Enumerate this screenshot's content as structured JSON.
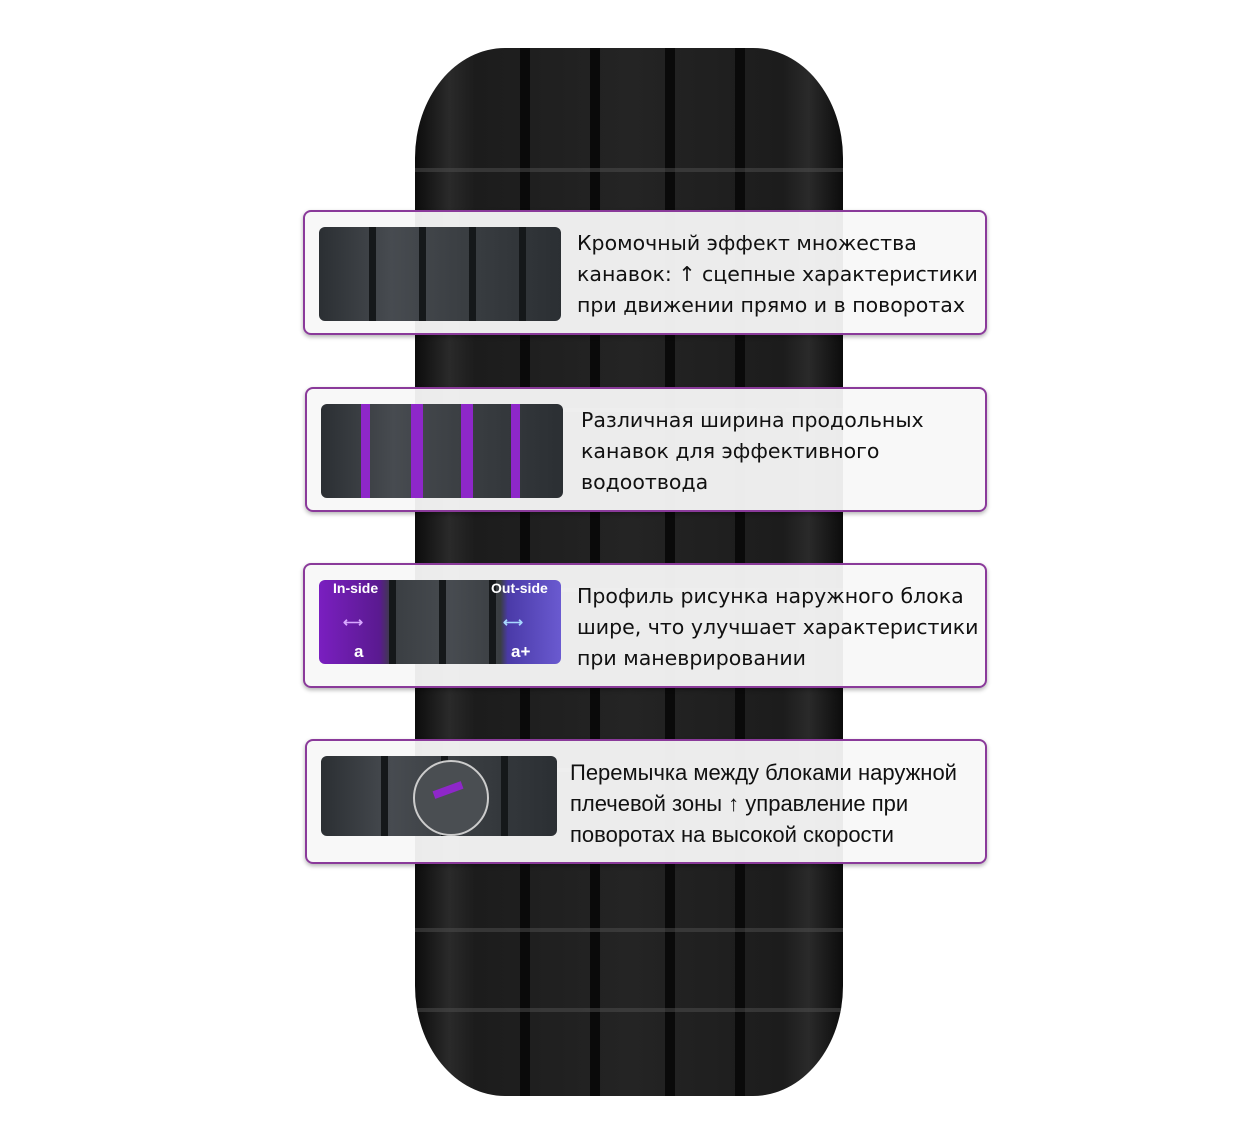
{
  "features": [
    {
      "lines": [
        "Кромочный эффект множества",
        "канавок:  ↑ сцепные характеристики",
        "при движении прямо и в поворотах"
      ]
    },
    {
      "lines": [
        "Различная ширина продольных",
        "канавок для эффективного",
        "водоотвода"
      ]
    },
    {
      "lines": [
        "Профиль рисунка наружного блока",
        "шире, что улучшает характеристики",
        "при маневрировании"
      ],
      "thumb_labels": {
        "inside": "In-side",
        "outside": "Out-side",
        "a": "a",
        "a_plus": "a+"
      }
    },
    {
      "lines": [
        "Перемычка между блоками наружной",
        "плечевой зоны ↑ управление при",
        "поворотах на высокой скорости"
      ]
    }
  ],
  "colors": {
    "accent": "#8a3a9a",
    "groove_highlight": "#8e27c9"
  }
}
